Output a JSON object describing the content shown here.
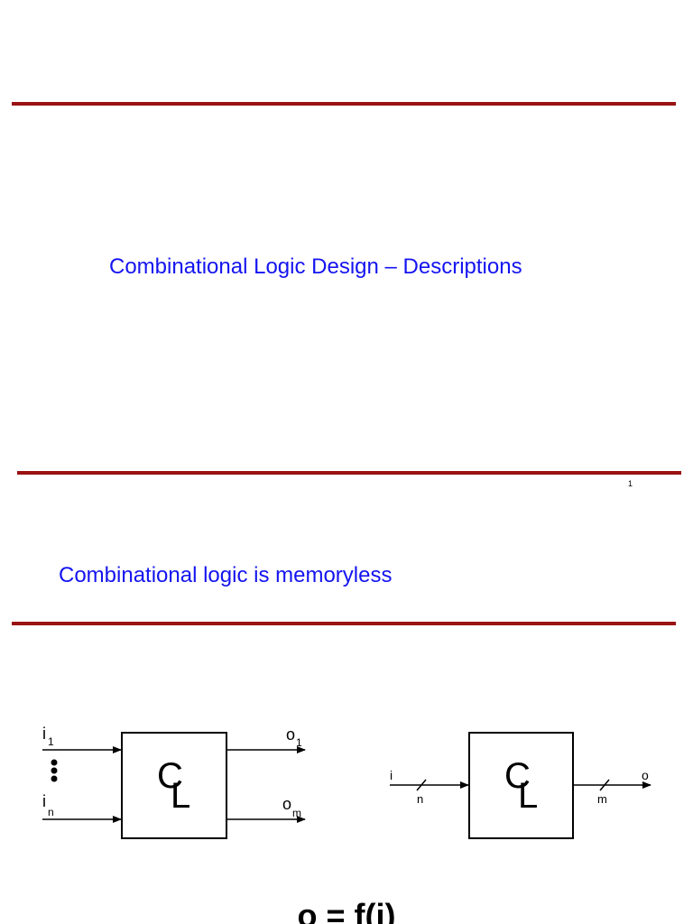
{
  "slide1": {
    "title": "Combinational Logic Design – Descriptions",
    "page_number": "1"
  },
  "slide2": {
    "title": "Combinational logic is memoryless",
    "diagram_left": {
      "input_first": "i",
      "input_first_sub": "1",
      "input_last": "i",
      "input_last_sub": "n",
      "output_first": "o",
      "output_first_sub": "1",
      "output_last": "o",
      "output_last_sub": "m",
      "block_label_top": "C",
      "block_label_bottom": "L"
    },
    "diagram_right": {
      "input": "i",
      "input_width": "n",
      "output": "o",
      "output_width": "m",
      "block_label_top": "C",
      "block_label_bottom": "L"
    },
    "formula": "o = f(i)"
  },
  "colors": {
    "title": "#1414f0",
    "rule": "#9a1212"
  }
}
